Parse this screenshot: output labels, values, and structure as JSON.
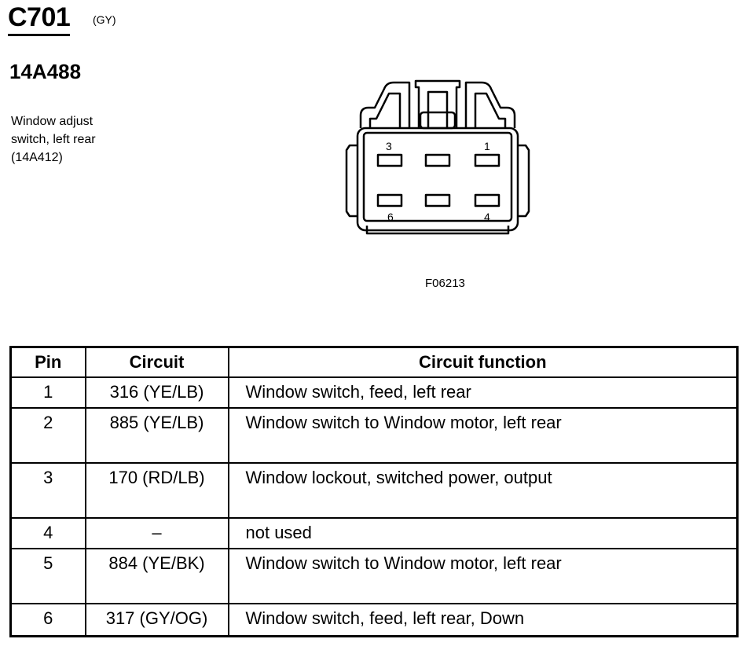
{
  "connector": {
    "id": "C701",
    "color_code": "(GY)"
  },
  "part_number": "14A488",
  "description": [
    "Window adjust",
    "switch, left rear",
    "(14A412)"
  ],
  "figure_code": "F06213",
  "diagram": {
    "pin_labels": [
      "3",
      "1",
      "6",
      "4"
    ]
  },
  "table": {
    "headers": [
      "Pin",
      "Circuit",
      "Circuit function"
    ],
    "rows": [
      {
        "pin": "1",
        "circuit": "316 (YE/LB)",
        "function": "Window switch, feed, left rear"
      },
      {
        "pin": "2",
        "circuit": "885 (YE/LB)",
        "function": "Window switch to Window motor, left rear"
      },
      {
        "pin": "3",
        "circuit": "170 (RD/LB)",
        "function": "Window lockout, switched power, output"
      },
      {
        "pin": "4",
        "circuit": "–",
        "function": "not used"
      },
      {
        "pin": "5",
        "circuit": "884 (YE/BK)",
        "function": "Window switch to Window motor, left rear"
      },
      {
        "pin": "6",
        "circuit": "317 (GY/OG)",
        "function": "Window switch, feed, left rear, Down"
      }
    ]
  }
}
